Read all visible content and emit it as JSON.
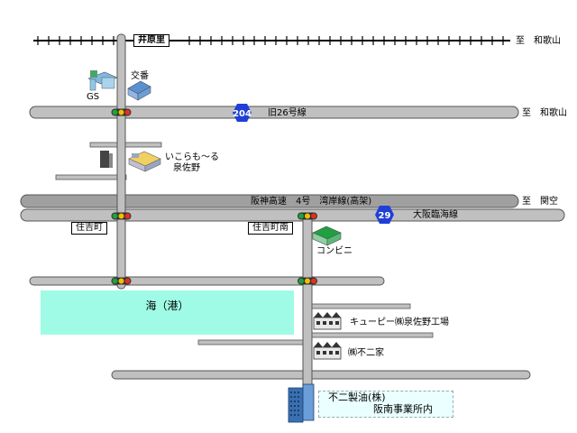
{
  "map": {
    "railway": {
      "station": "井原里",
      "destination": "至　和歌山"
    },
    "roads": {
      "old26": {
        "label": "旧26号線",
        "destination": "至　和歌山"
      },
      "hanshin": {
        "label": "阪神高速　4号　湾岸線(高架)",
        "destination": "至　関空"
      },
      "rinkai": {
        "label": "大阪臨海線"
      }
    },
    "route_shields": {
      "r204": "204",
      "r29": "29"
    },
    "intersections": {
      "sumiyoshi": "住吉町",
      "sumiyoshi_minami": "住吉町南"
    },
    "landmarks": {
      "gs": "GS",
      "koban": "交番",
      "mall_line1": "いこらも～る",
      "mall_line2": "泉佐野",
      "konbini": "コンビニ",
      "qp": "キューピー㈱泉佐野工場",
      "fuji": "㈱不二家"
    },
    "sea": "海（港）",
    "destination": {
      "line1": "不二製油(株)",
      "line2": "阪南事業所内"
    },
    "colors": {
      "road": "#c0c0c0",
      "expressway": "#a0a0a0",
      "shield": "#1f3fd6",
      "sea": "#9ffbe5",
      "signal_red": "#e03020",
      "signal_yellow": "#f0c000",
      "signal_green": "#20a040"
    }
  }
}
